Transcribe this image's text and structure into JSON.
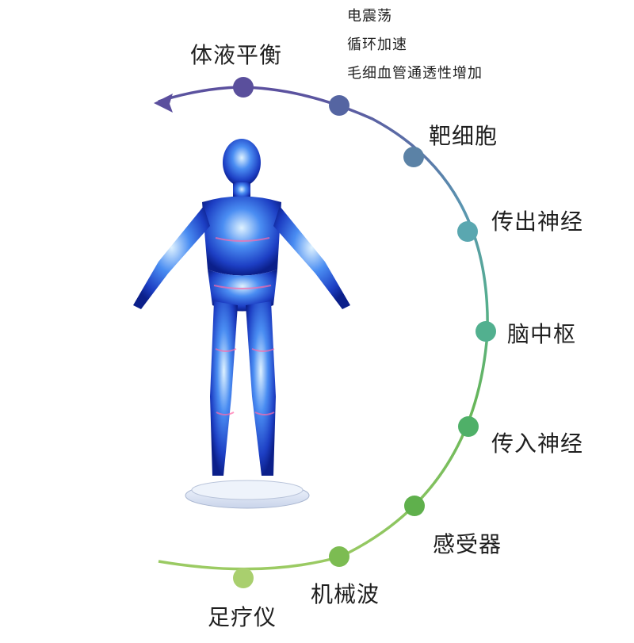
{
  "diagram": {
    "arc_colors": [
      "#6b5ba8",
      "#5577aa",
      "#5aa0a8",
      "#5db29a",
      "#6fbf6e",
      "#86c160"
    ],
    "nodes": [
      {
        "id": "n1",
        "label": "足疗仪",
        "color": "#a9cf6e"
      },
      {
        "id": "n2",
        "label": "机械波",
        "color": "#7cbc52"
      },
      {
        "id": "n3",
        "label": "感受器",
        "color": "#5fb04c"
      },
      {
        "id": "n4",
        "label": "传入神经",
        "color": "#4fb068"
      },
      {
        "id": "n5",
        "label": "脑中枢",
        "color": "#52b08f"
      },
      {
        "id": "n6",
        "label": "传出神经",
        "color": "#5aa7b0"
      },
      {
        "id": "n7",
        "label": "靶细胞",
        "color": "#5b82a6"
      },
      {
        "id": "n8",
        "label": "",
        "color": "#5565a2"
      },
      {
        "id": "n9",
        "label": "体液平衡",
        "color": "#5a4f9c"
      }
    ],
    "notes": [
      "电震荡",
      "循环加速",
      "毛细血管通透性增加"
    ]
  }
}
